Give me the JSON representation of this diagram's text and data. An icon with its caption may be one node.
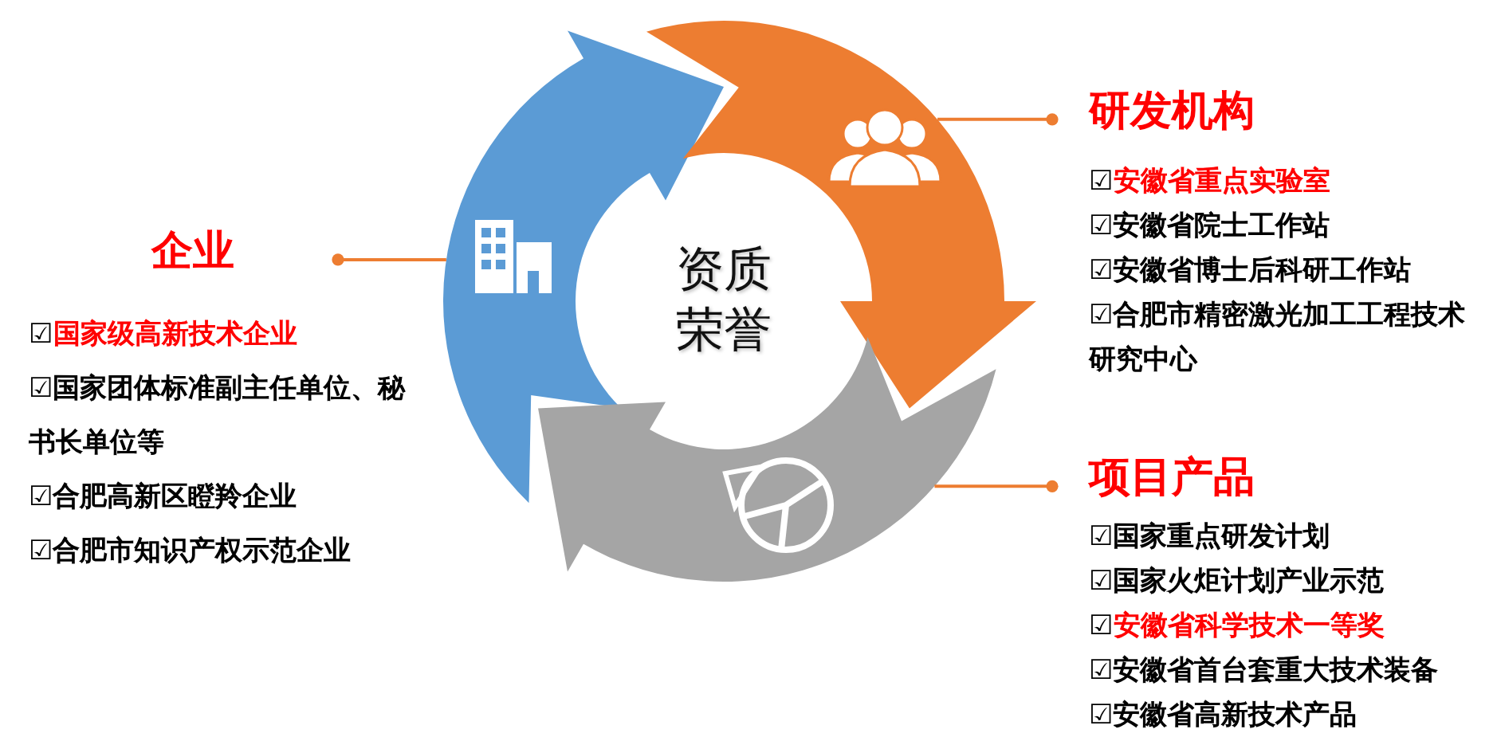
{
  "diagram": {
    "nodes": [
      {
        "text": [],
        "shape": "arrow"
      },
      {
        "text": [],
        "shape": "arrow"
      },
      {
        "text": [],
        "shape": "arrow"
      },
      {
        "text": [
          "企业"
        ],
        "beside": [
          "☑国家级高新技术企业",
          "☑国家团体标准副主任单位、秘书长单位等",
          "☑合肥高新区瞪羚企业",
          "☑合肥市知识产权示范企业"
        ]
      },
      {
        "text": [
          "研发机构"
        ],
        "beside": [
          "☑安徽省重点实验室",
          "☑安徽省院士工作站",
          "☑安徽省博士后科研工作站",
          "☑合肥市精密激光加工工程技术研究中心"
        ]
      },
      {
        "text": [
          "项目产品"
        ],
        "beside": [
          "☑国家重点研发计划",
          "☑国家火炬计划产业示范",
          "☑安徽省科学技术一等奖",
          "☑安徽省首台套重大技术装备",
          "☑安徽省高新技术产品"
        ]
      }
    ],
    "edges": [
      {
        "from": 0,
        "to": 3,
        "arrow": "other"
      },
      {
        "from": 1,
        "to": 4,
        "arrow": "other"
      },
      {
        "from": 2,
        "to": 5,
        "arrow": "other"
      }
    ],
    "labels": [
      "资质荣誉"
    ]
  }
}
